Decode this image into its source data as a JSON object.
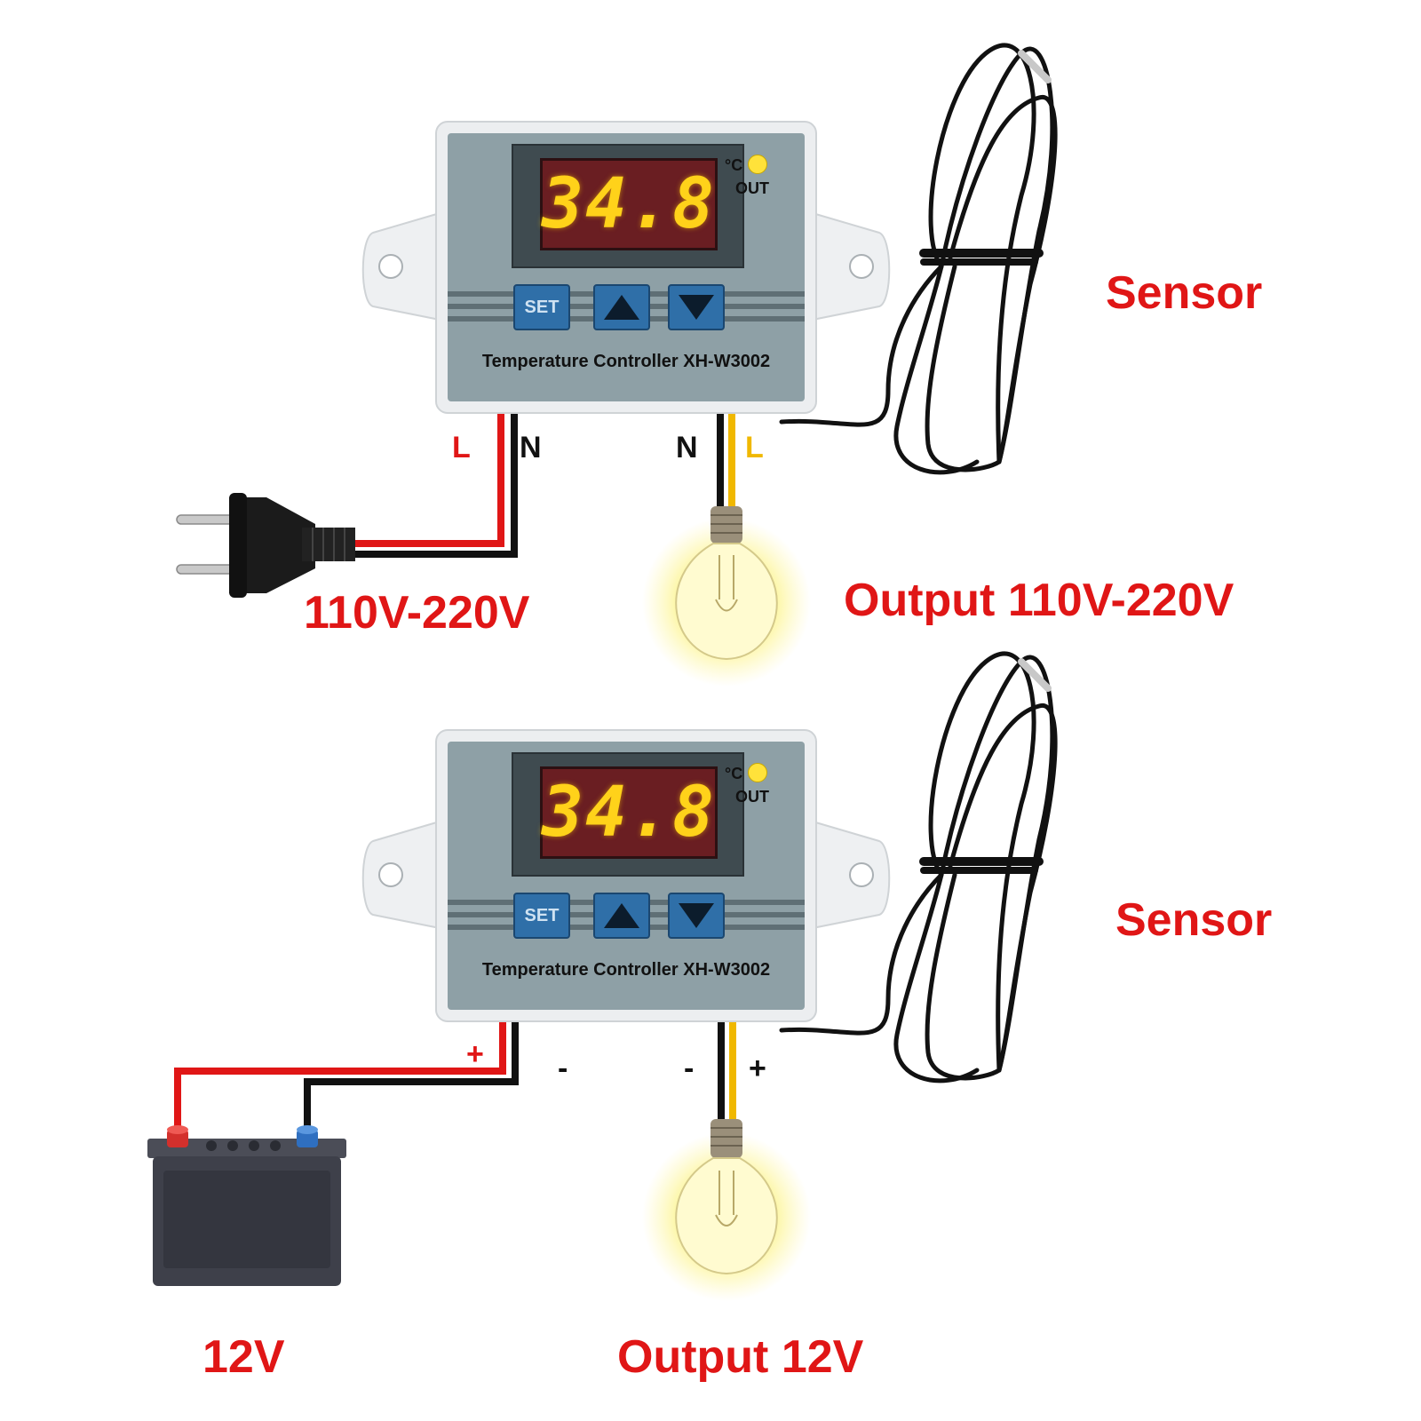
{
  "top": {
    "display_value": "34.8",
    "unit": "°C",
    "led_label": "OUT",
    "set_label": "SET",
    "model_text": "Temperature Controller  XH-W3002",
    "input_wire_labels": [
      "L",
      "N"
    ],
    "output_wire_labels": [
      "N",
      "L"
    ],
    "sensor_label": "Sensor",
    "input_label": "110V-220V",
    "output_label": "Output 110V-220V"
  },
  "bottom": {
    "display_value": "34.8",
    "unit": "°C",
    "led_label": "OUT",
    "set_label": "SET",
    "model_text": "Temperature Controller  XH-W3002",
    "input_wire_labels": [
      "+",
      "-"
    ],
    "output_wire_labels": [
      "-",
      "+"
    ],
    "sensor_label": "Sensor",
    "input_label": "12V",
    "output_label": "Output 12V"
  },
  "colors": {
    "label_red": "#e01616",
    "wire_red": "#e01616",
    "wire_black": "#111111",
    "wire_yellow": "#f0b800",
    "led_segments": "#ffd21a"
  },
  "icons": [
    "power-plug-icon",
    "light-bulb-icon",
    "battery-icon",
    "sensor-cable-icon"
  ]
}
